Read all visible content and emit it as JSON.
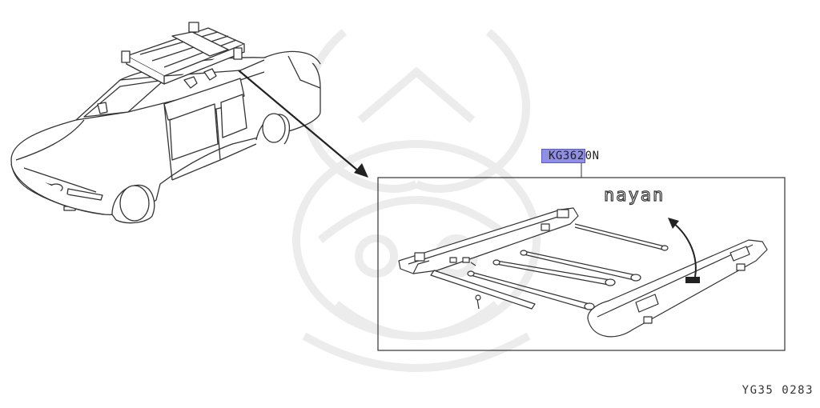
{
  "diagram": {
    "part_number_highlighted": "KG362",
    "part_number_suffix": "0N",
    "part_name_on_part": "nayan",
    "diagram_code": "YG35 0283",
    "colors": {
      "line": "#333333",
      "highlight": "#8f8fe6",
      "watermark": "#e6e6e6"
    }
  }
}
